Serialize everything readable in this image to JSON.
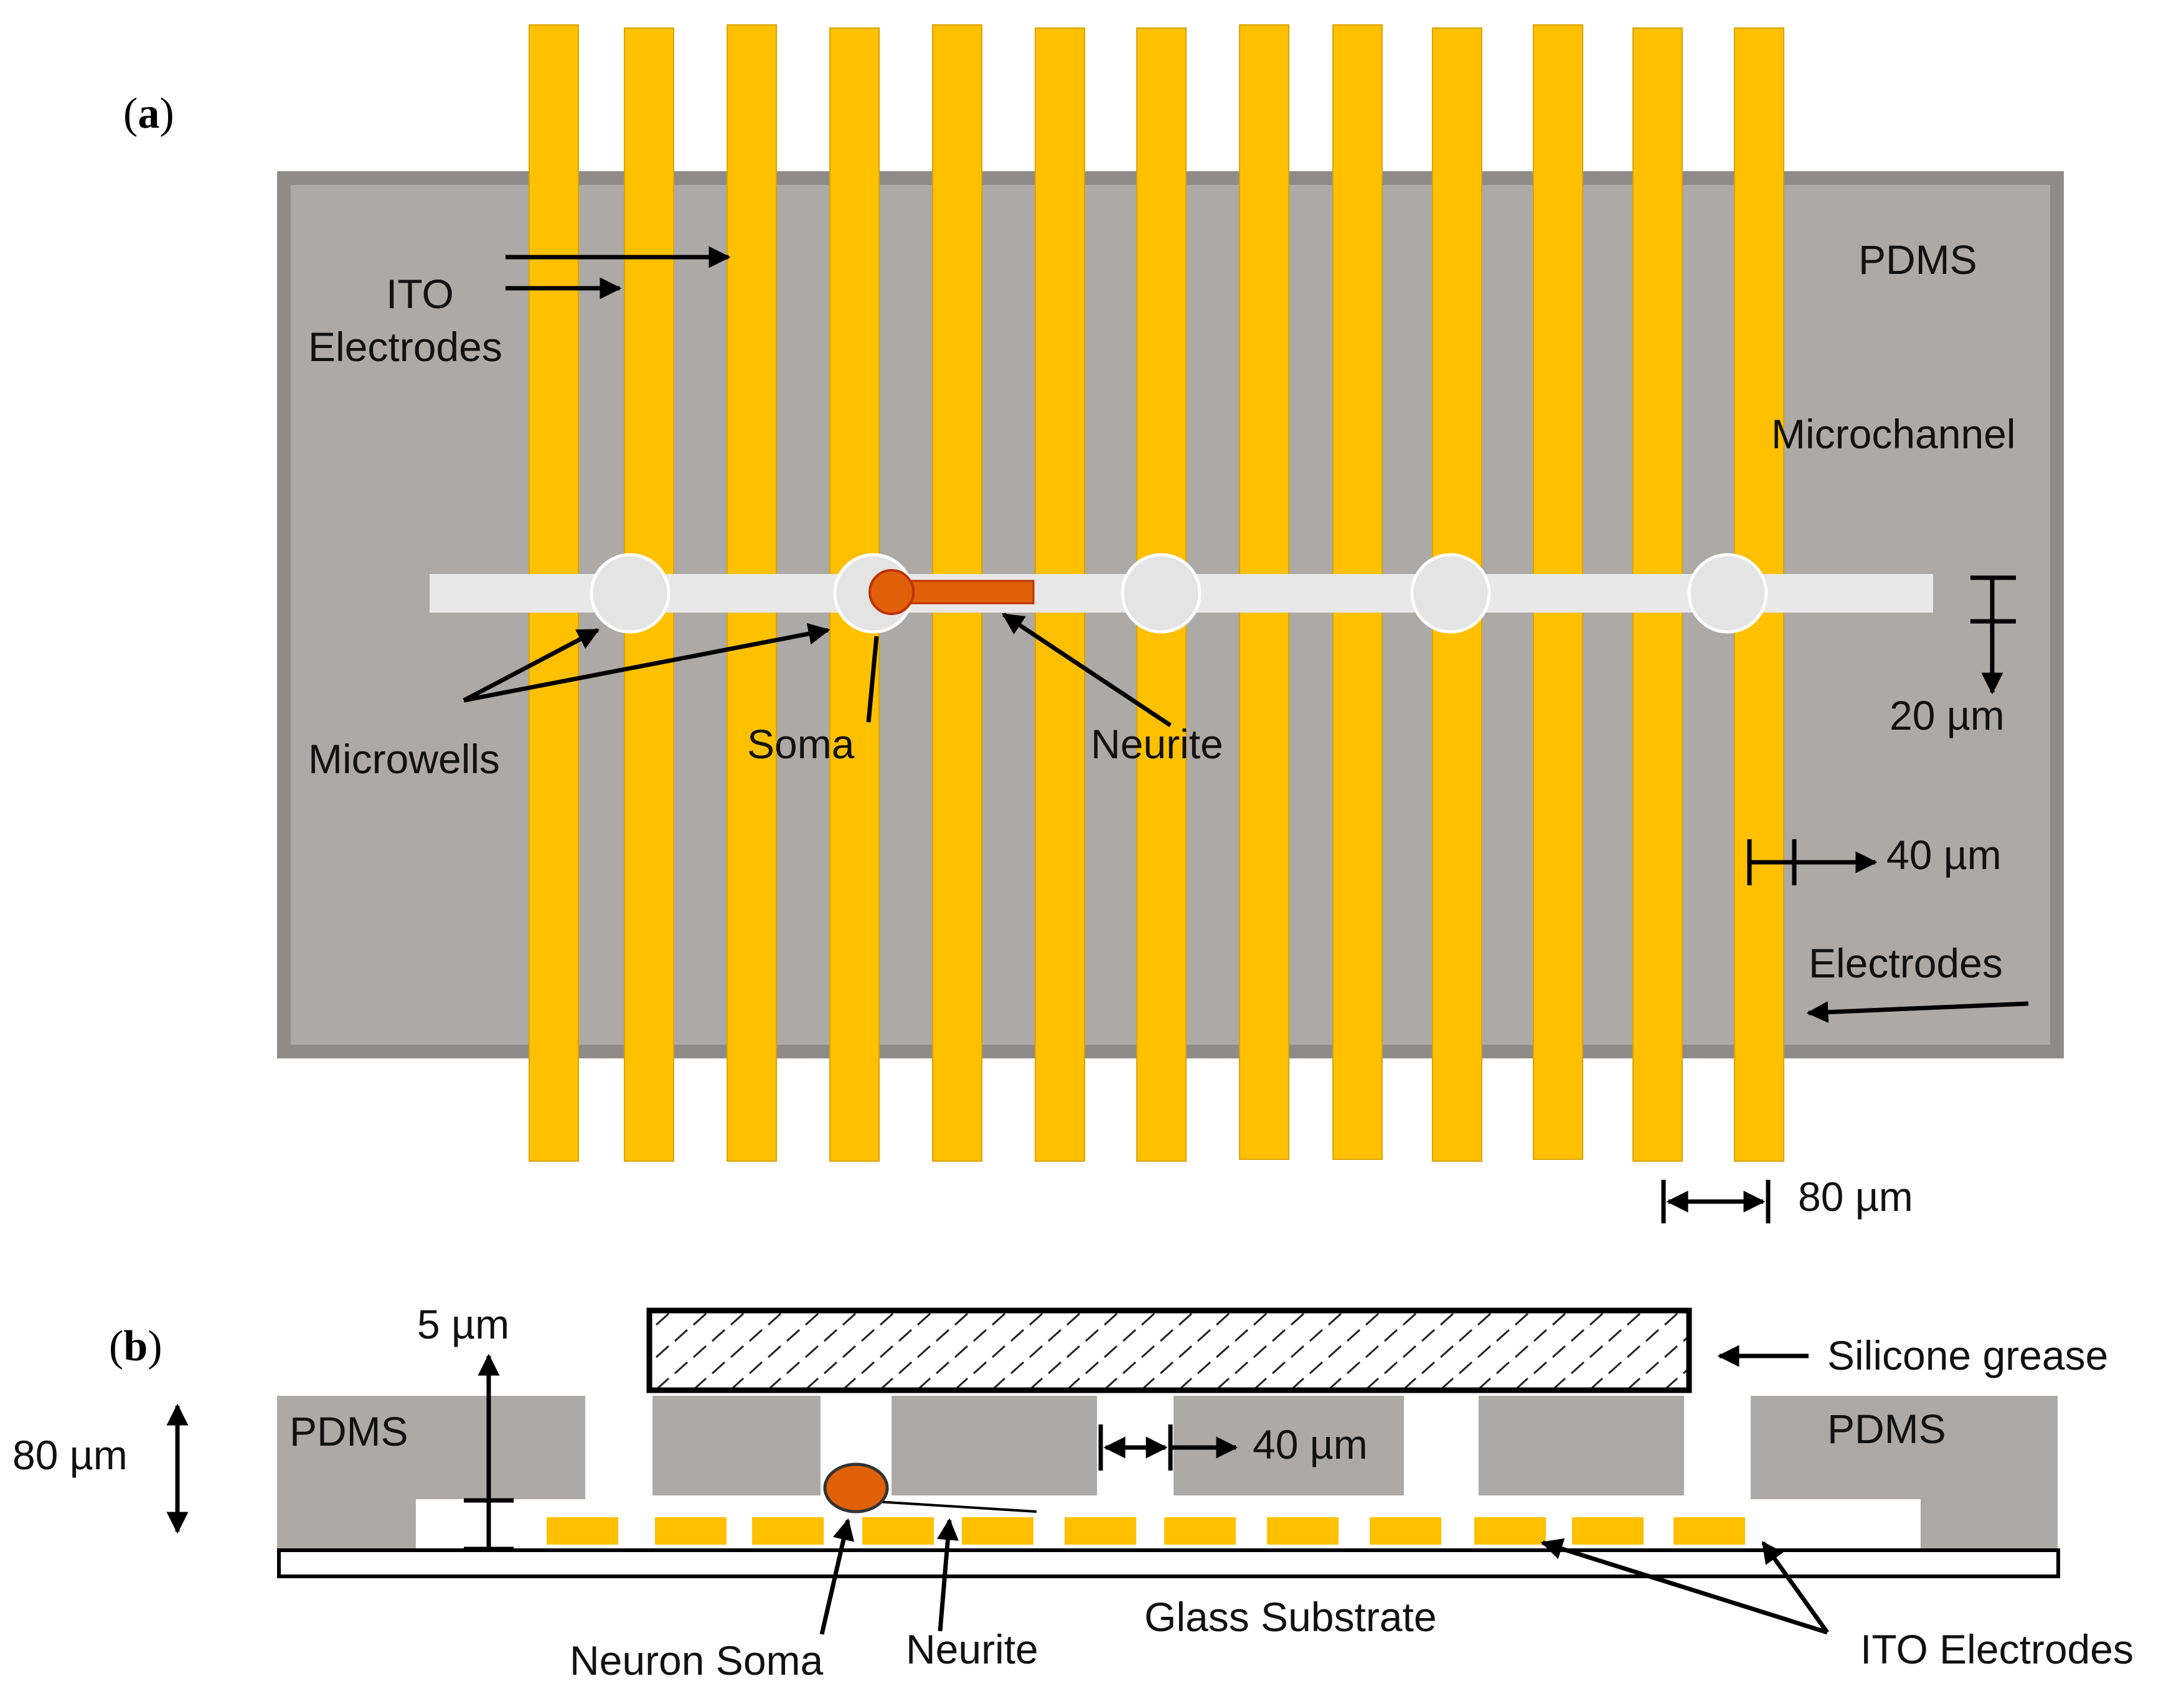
{
  "colors": {
    "electrode": "#FFC000",
    "pdms": "#ADA9A6",
    "channel": "#E8E8E8",
    "soma": "#E0600A",
    "text": "#111111",
    "arrow": "#000000"
  },
  "panel_a": {
    "label_open": "(",
    "label_letter": "a",
    "label_close": ")",
    "pdms": "PDMS",
    "ito_line1": "ITO",
    "ito_line2": "Electrodes",
    "microchannel": "Microchannel",
    "microwells": "Microwells",
    "soma": "Soma",
    "neurite": "Neurite",
    "dim_20": "20 µm",
    "dim_40": "40 µm",
    "electrodes": "Electrodes",
    "dim_80": "80 µm"
  },
  "panel_b": {
    "label_open": "(",
    "label_letter": "b",
    "label_close": ")",
    "dim_5": "5 µm",
    "dim_80": "80 µm",
    "pdms_left": "PDMS",
    "pdms_right": "PDMS",
    "silicone": "Silicone grease",
    "dim_40": "40 µm",
    "neuron_soma": "Neuron Soma",
    "neurite": "Neurite",
    "glass": "Glass Substrate",
    "ito": "ITO Electrodes"
  }
}
